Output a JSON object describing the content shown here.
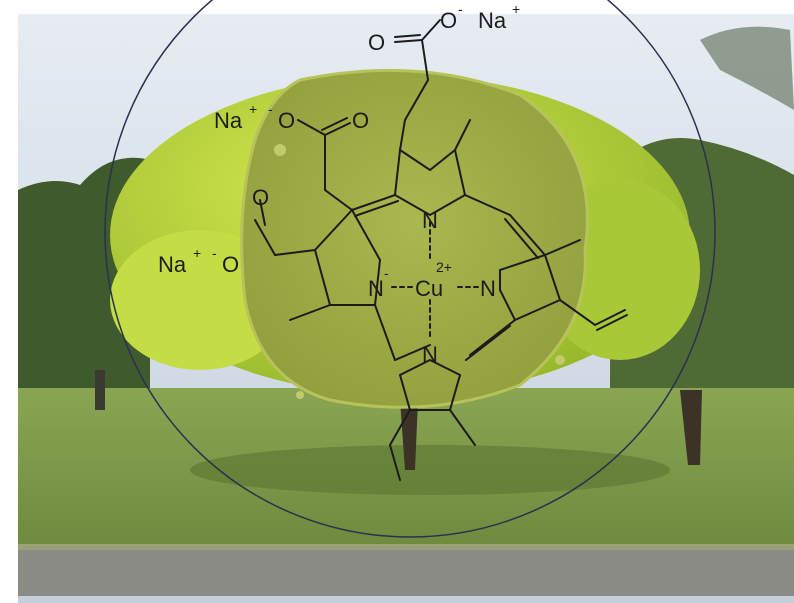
{
  "labels": {
    "na_top": "Na",
    "plus_top": "+",
    "o_carbonyl_top": "O",
    "o_minus_top": "O",
    "minus_top": "-",
    "na_mid": "Na",
    "plus_mid": "+",
    "minus_mid": "-",
    "o_minus_mid": "O",
    "o_carbonyl_mid": "O",
    "na_low": "Na",
    "plus_low": "+",
    "minus_low": "-",
    "o_minus_low": "O",
    "o_carbonyl_low": "O",
    "n_top": "N",
    "n_left": "N",
    "n_left_charge": "-",
    "cu": "Cu",
    "cu_charge": "2+",
    "n_right": "N",
    "n_bottom": "N"
  },
  "colors": {
    "sky": "#c9d6e2",
    "grass": "#7f9a4a",
    "road": "#8b8b86",
    "powder": "#a2b04a",
    "foliage_bright": "#b6d23c",
    "structure_ink": "#1c1c1c",
    "circle_ink": "#2a3050"
  }
}
